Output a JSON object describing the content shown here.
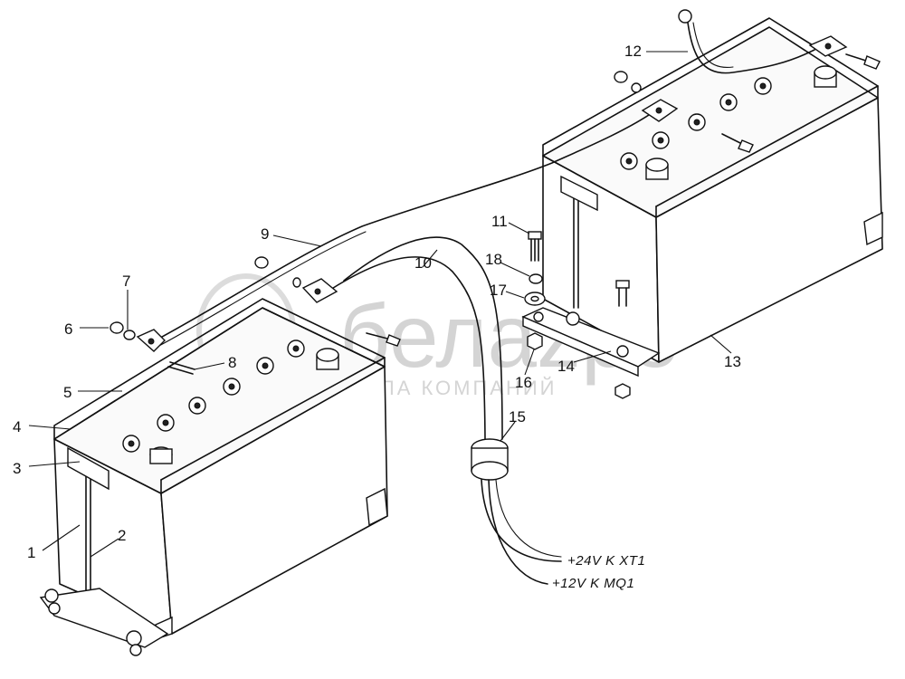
{
  "watermark": {
    "brand": "белаzpo",
    "tagline": "ГРУППА КОМПАНИЙ"
  },
  "wire_labels": {
    "plus24": "+24V  K XT1",
    "plus12": "+12V  K MQ1"
  },
  "callouts": {
    "c1": "1",
    "c2": "2",
    "c3": "3",
    "c4": "4",
    "c5": "5",
    "c6": "6",
    "c7": "7",
    "c8": "8",
    "c9": "9",
    "c10": "10",
    "c11": "11",
    "c12": "12",
    "c13": "13",
    "c14": "14",
    "c15": "15",
    "c16": "16",
    "c17": "17",
    "c18": "18"
  }
}
